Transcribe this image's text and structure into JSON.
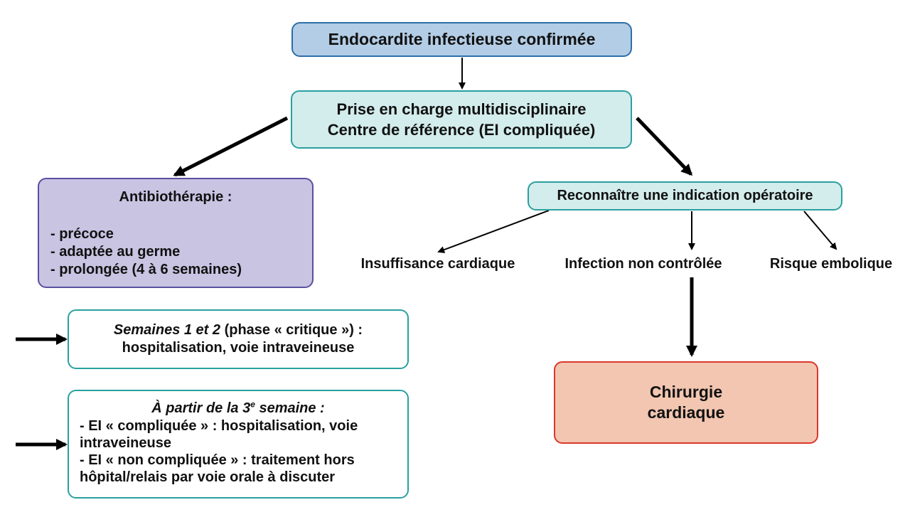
{
  "diagram": {
    "top": {
      "title": "Endocardite infectieuse confirmée"
    },
    "prise": {
      "line1": "Prise en charge multidisciplinaire",
      "line2": "Centre de référence (EI compliquée)"
    },
    "antibio": {
      "title": "Antibiothérapie :",
      "items": [
        "- précoce",
        "- adaptée au germe",
        "- prolongée (4 à 6 semaines)"
      ]
    },
    "indication": {
      "title": "Reconnaître une indication opératoire",
      "criteria": [
        "Insuffisance cardiaque",
        "Infection non contrôlée",
        "Risque embolique"
      ]
    },
    "semaines12": {
      "italic": "Semaines 1 et 2",
      "rest": " (phase « critique ») :",
      "line2": "hospitalisation, voie intraveineuse"
    },
    "semaine3": {
      "head_pre": "À partir de la 3",
      "head_sup": "e",
      "head_post": " semaine :",
      "items": [
        "- EI « compliquée » : hospitalisation, voie intraveineuse",
        "- EI « non compliquée » : traitement hors hôpital/relais par voie orale à discuter"
      ]
    },
    "chirurgie": {
      "line1": "Chirurgie",
      "line2": "cardiaque"
    }
  },
  "colors": {
    "top_fill": "#b3cde6",
    "top_border": "#2d6ea8",
    "teal_fill": "#d3ecec",
    "teal_border": "#2aa0a0",
    "antibio_fill": "#c8c4e2",
    "antibio_border": "#5a4fa0",
    "chirurgie_fill": "#f3c6b1",
    "chirurgie_border": "#d8382c",
    "arrow": "#000000"
  }
}
